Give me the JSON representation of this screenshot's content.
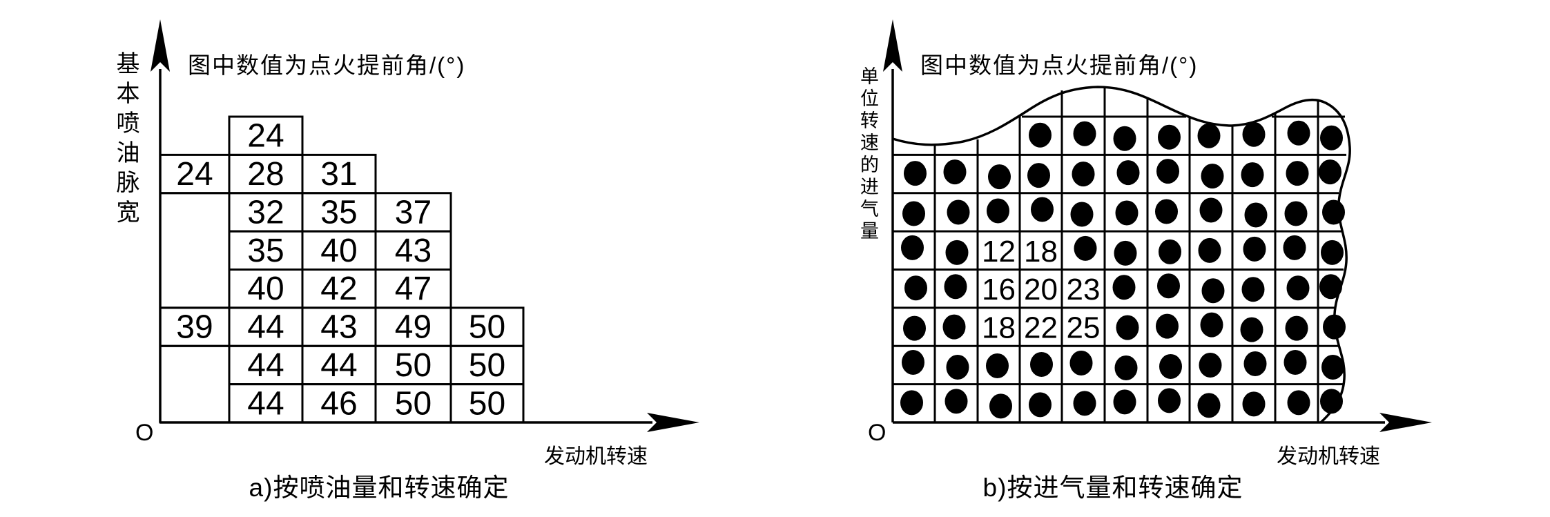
{
  "page": {
    "background": "#ffffff",
    "ink": "#000000"
  },
  "chart_data": [
    {
      "id": "a",
      "type": "table",
      "title": "图中数值为点火提前角/(°)",
      "y_axis_label": "基本喷油脉宽",
      "x_axis_label": "发动机转速",
      "origin_label": "O",
      "caption": "a)按喷油量和转速确定",
      "unit": "degrees of ignition advance angle",
      "grid_rows": 8,
      "grid_cols": 5,
      "cells": [
        {
          "r": 0,
          "c": 1,
          "v": "24"
        },
        {
          "r": 1,
          "c": 0,
          "v": "24"
        },
        {
          "r": 1,
          "c": 1,
          "v": "28"
        },
        {
          "r": 1,
          "c": 2,
          "v": "31"
        },
        {
          "r": 2,
          "c": 0,
          "v": "",
          "rs": 3
        },
        {
          "r": 2,
          "c": 1,
          "v": "32"
        },
        {
          "r": 2,
          "c": 2,
          "v": "35"
        },
        {
          "r": 2,
          "c": 3,
          "v": "37"
        },
        {
          "r": 3,
          "c": 1,
          "v": "35"
        },
        {
          "r": 3,
          "c": 2,
          "v": "40"
        },
        {
          "r": 3,
          "c": 3,
          "v": "43"
        },
        {
          "r": 4,
          "c": 1,
          "v": "40"
        },
        {
          "r": 4,
          "c": 2,
          "v": "42"
        },
        {
          "r": 4,
          "c": 3,
          "v": "47"
        },
        {
          "r": 5,
          "c": 0,
          "v": "39"
        },
        {
          "r": 5,
          "c": 1,
          "v": "44"
        },
        {
          "r": 5,
          "c": 2,
          "v": "43"
        },
        {
          "r": 5,
          "c": 3,
          "v": "49"
        },
        {
          "r": 5,
          "c": 4,
          "v": "50"
        },
        {
          "r": 6,
          "c": 0,
          "v": "",
          "rs": 2
        },
        {
          "r": 6,
          "c": 1,
          "v": "44"
        },
        {
          "r": 6,
          "c": 2,
          "v": "44"
        },
        {
          "r": 6,
          "c": 3,
          "v": "50"
        },
        {
          "r": 6,
          "c": 4,
          "v": "50"
        },
        {
          "r": 7,
          "c": 1,
          "v": "44"
        },
        {
          "r": 7,
          "c": 2,
          "v": "46"
        },
        {
          "r": 7,
          "c": 3,
          "v": "50"
        },
        {
          "r": 7,
          "c": 4,
          "v": "50"
        }
      ]
    },
    {
      "id": "b",
      "type": "table",
      "title": "图中数值为点火提前角/(°)",
      "y_axis_label": "单位转速的进气量",
      "x_axis_label": "发动机转速",
      "origin_label": "O",
      "caption": "b)按进气量和转速确定",
      "unit": "degrees of ignition advance angle; dot = unlabeled map point",
      "grid_rows": 8,
      "grid_cols": 11,
      "dot_symbol": "●",
      "rows": [
        [
          "",
          "",
          "",
          "●",
          "●",
          "●",
          "●",
          "●",
          "●",
          "●",
          "●"
        ],
        [
          "●",
          "●",
          "●",
          "●",
          "●",
          "●",
          "●",
          "●",
          "●",
          "●",
          "●"
        ],
        [
          "●",
          "●",
          "●",
          "●",
          "●",
          "●",
          "●",
          "●",
          "●",
          "●",
          "●"
        ],
        [
          "●",
          "●",
          "12",
          "18",
          "●",
          "●",
          "●",
          "●",
          "●",
          "●",
          "●"
        ],
        [
          "●",
          "●",
          "16",
          "20",
          "23",
          "●",
          "●",
          "●",
          "●",
          "●",
          "●"
        ],
        [
          "●",
          "●",
          "18",
          "22",
          "25",
          "●",
          "●",
          "●",
          "●",
          "●",
          "●"
        ],
        [
          "●",
          "●",
          "●",
          "●",
          "●",
          "●",
          "●",
          "●",
          "●",
          "●",
          "●"
        ],
        [
          "●",
          "●",
          "●",
          "●",
          "●",
          "●",
          "●",
          "●",
          "●",
          "●",
          "●"
        ]
      ]
    }
  ]
}
